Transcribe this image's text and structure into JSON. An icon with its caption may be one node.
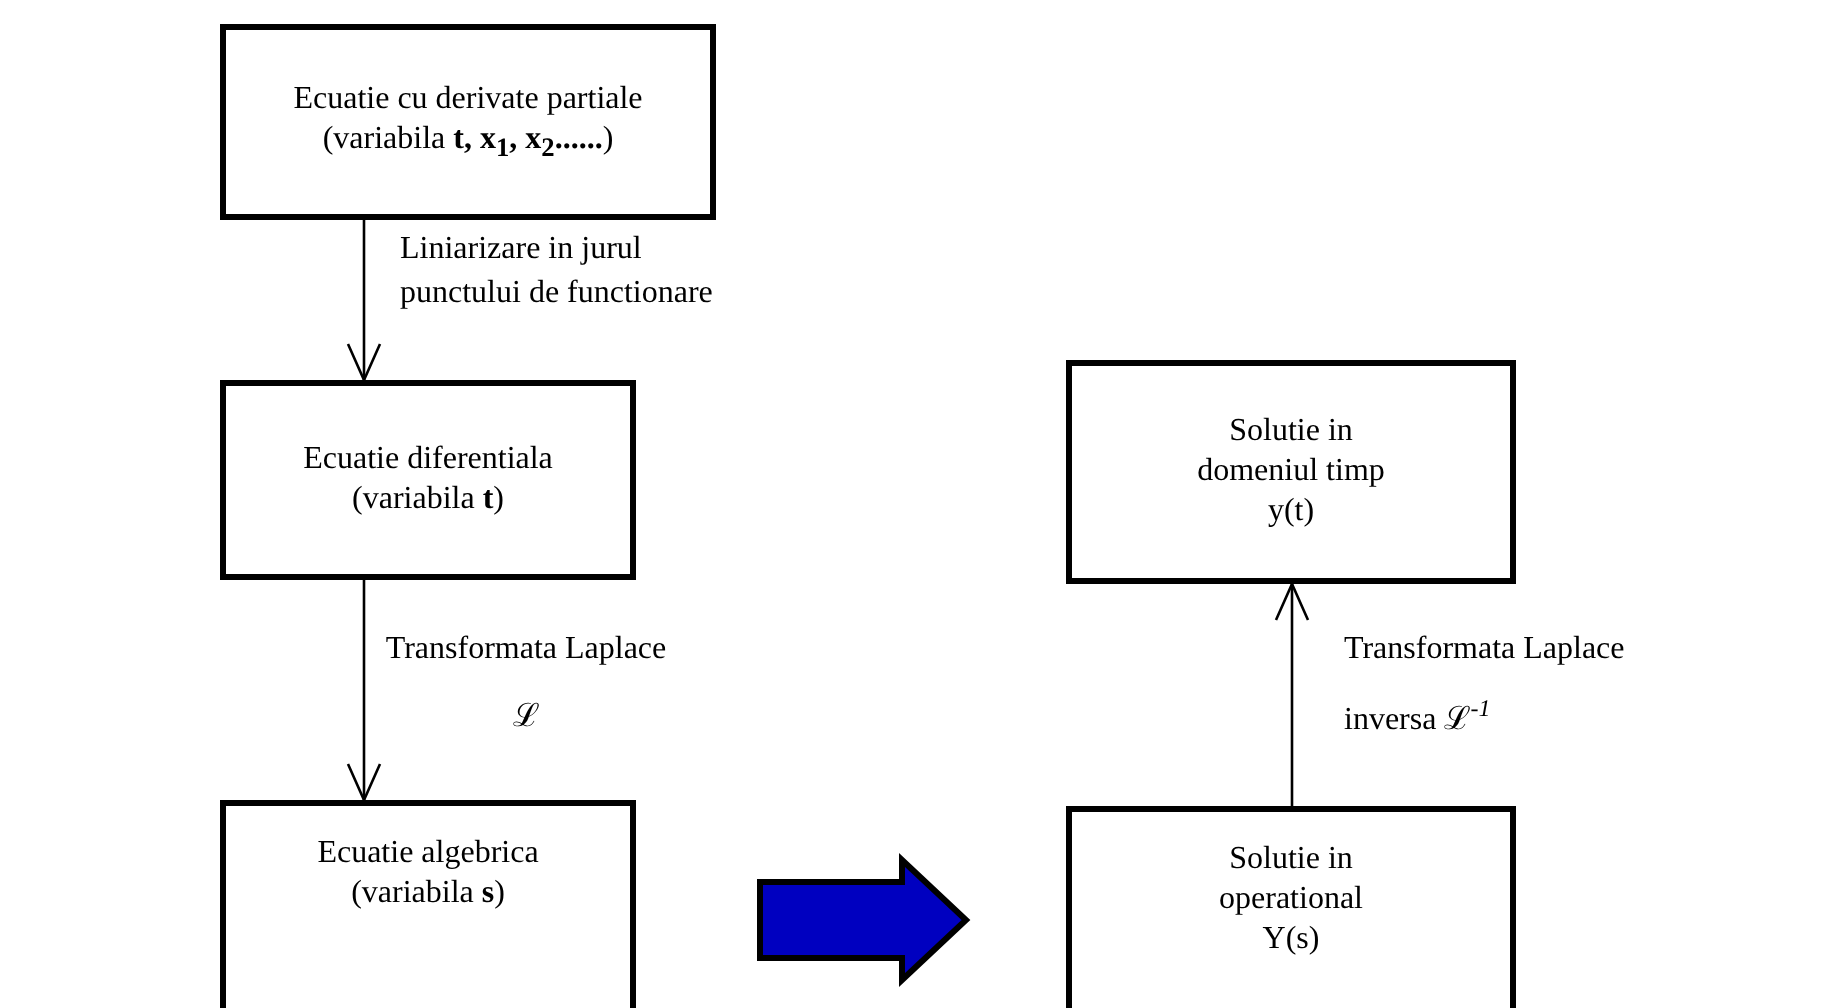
{
  "diagram": {
    "nodes": [
      {
        "text": [
          "Ecuatie cu derivate partiale",
          "(variabila **t, x**$_{1}$**, x**$_{2}$**......**)"
        ]
      },
      {
        "text": [
          "Ecuatie diferentiala",
          "(variabila **t**)"
        ]
      },
      {
        "text": [
          "Ecuatie algebrica",
          "(variabila **s**)"
        ]
      },
      {
        "text": [
          "Solutie in domeniul timp",
          "y(t)"
        ]
      },
      {
        "text": [
          "Solutie in operational",
          "Y(s)"
        ]
      }
    ],
    "edges": [
      {
        "from": 0,
        "to": 1,
        "arrow": "to",
        "label": "Liniarizare in jurul punctului de functionare"
      },
      {
        "from": 1,
        "to": 2,
        "arrow": "to",
        "label": "Transformata Laplace ℒ"
      },
      {
        "from": 2,
        "to": 4,
        "arrow": "to",
        "style": "thick",
        "color": "#0000c0"
      },
      {
        "from": 4,
        "to": 3,
        "arrow": "to",
        "label": "Transformata Laplace inversa ℒ$^{-1}$"
      }
    ]
  }
}
